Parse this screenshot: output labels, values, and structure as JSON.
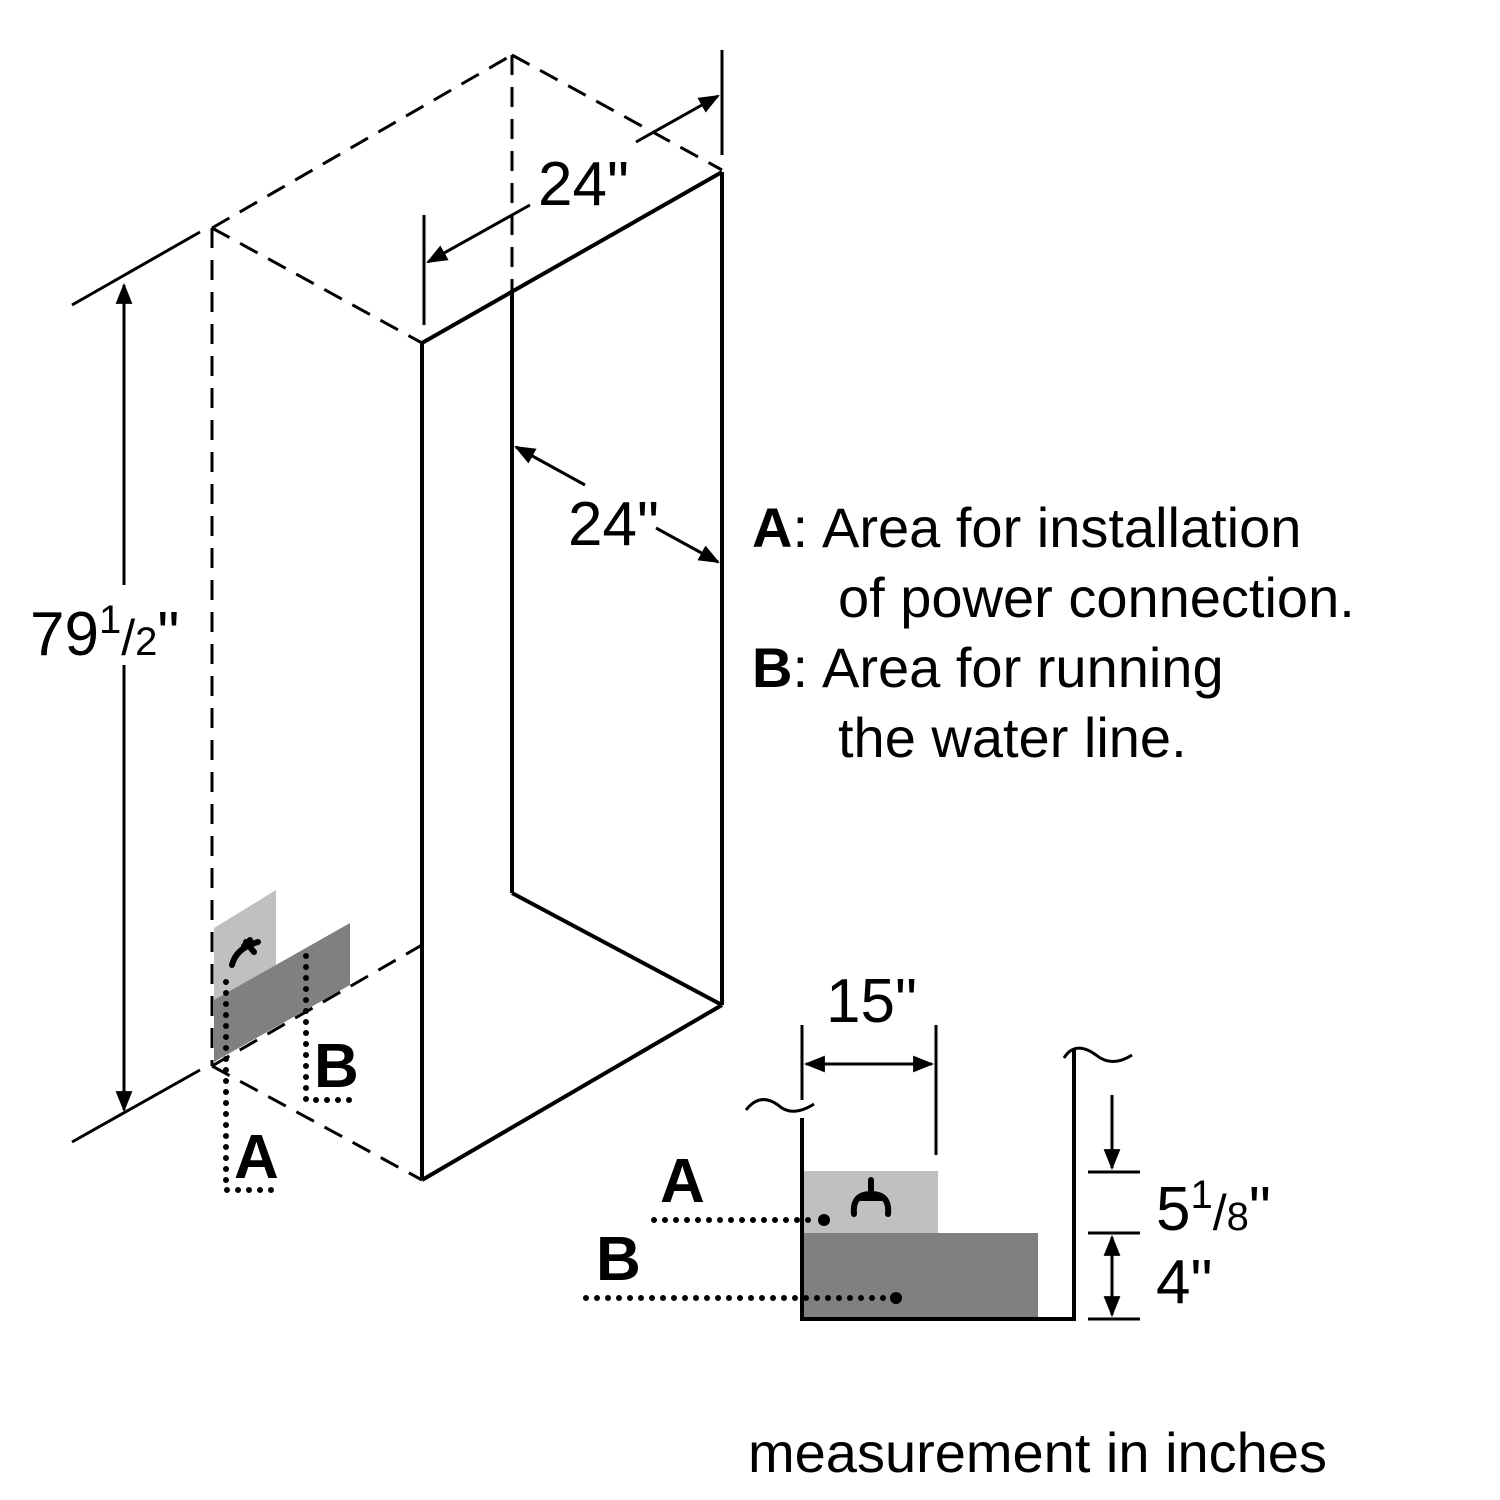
{
  "dimensions": {
    "height": {
      "whole": "79",
      "num": "1",
      "den": "2",
      "unit": "\""
    },
    "width": "24\"",
    "depth": "24\"",
    "area_width": "15\"",
    "area_a_height": {
      "whole": "5",
      "num": "1",
      "den": "8",
      "unit": "\""
    },
    "area_b_height": "4\""
  },
  "markers": {
    "a": "A",
    "b": "B"
  },
  "legend": [
    {
      "key": "A",
      "sep": ":",
      "line1": "Area for installation",
      "line2": "of power connection."
    },
    {
      "key": "B",
      "sep": ":",
      "line1": "Area for running",
      "line2": "the water line."
    }
  ],
  "footer": "measurement in inches",
  "colors": {
    "area_a": "#c0c0c0",
    "area_b": "#808080",
    "line": "#000000"
  }
}
